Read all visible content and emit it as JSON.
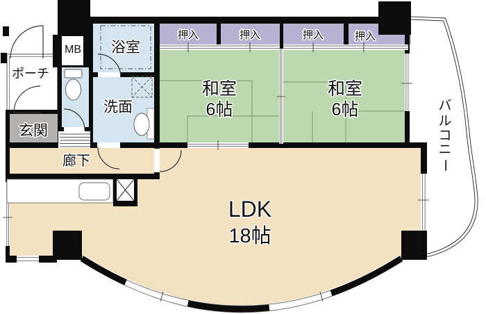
{
  "colors": {
    "wall": "#0c0c0c",
    "tatami_green": "#bcd8ae",
    "closet_purple": "#b8b2d2",
    "water_blue": "#d4e5ef",
    "floor_beige": "#f3e2c2",
    "entrance_gray": "#b3b2b0"
  },
  "rooms": {
    "porch": {
      "label": "ポーチ"
    },
    "meter_box": {
      "label": "MB"
    },
    "bathroom": {
      "label": "浴室"
    },
    "washroom": {
      "label": "洗面"
    },
    "entrance": {
      "label": "玄関"
    },
    "hallway": {
      "label": "廊下"
    },
    "closets": [
      {
        "label": "押入"
      },
      {
        "label": "押入"
      },
      {
        "label": "押入"
      },
      {
        "label": "押入"
      }
    ],
    "japanese_room_1": {
      "label": "和室",
      "size": "6帖"
    },
    "japanese_room_2": {
      "label": "和室",
      "size": "6帖"
    },
    "ldk": {
      "label": "LDK",
      "size": "18帖"
    },
    "balcony": {
      "label": "バルコニー",
      "chars": [
        "バ",
        "ル",
        "コ",
        "ニ",
        "ー"
      ]
    }
  }
}
